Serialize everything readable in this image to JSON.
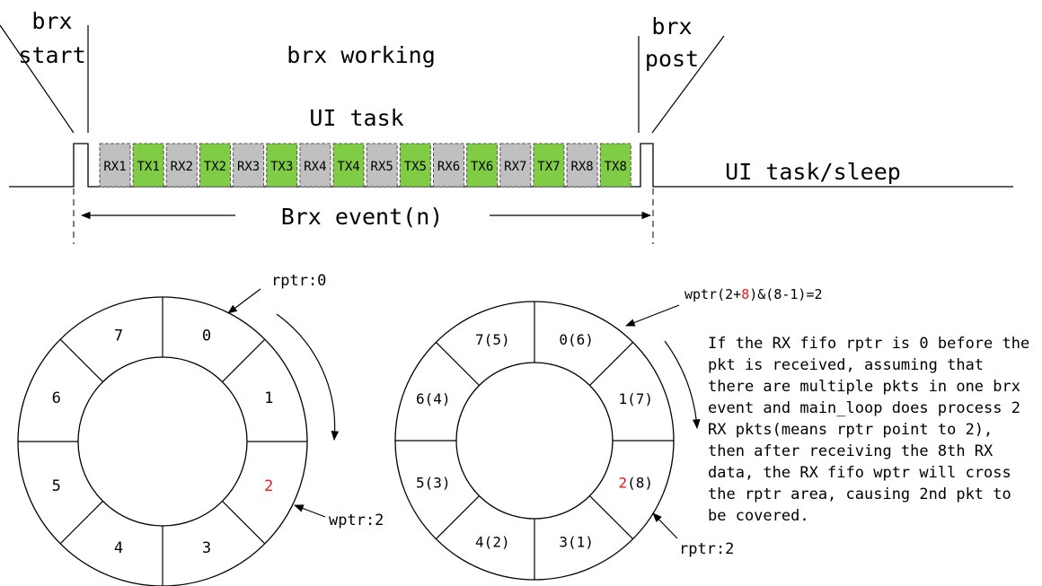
{
  "timeline": {
    "start_label": [
      "brx",
      "start"
    ],
    "working_label": "brx working",
    "post_label": [
      "brx",
      "post"
    ],
    "ui_task_label": "UI task",
    "after_label": "UI task/sleep",
    "event_label": "Brx event(n)",
    "slots": [
      {
        "label": "RX1",
        "kind": "rx"
      },
      {
        "label": "TX1",
        "kind": "tx"
      },
      {
        "label": "RX2",
        "kind": "rx"
      },
      {
        "label": "TX2",
        "kind": "tx"
      },
      {
        "label": "RX3",
        "kind": "rx"
      },
      {
        "label": "TX3",
        "kind": "tx"
      },
      {
        "label": "RX4",
        "kind": "rx"
      },
      {
        "label": "TX4",
        "kind": "tx"
      },
      {
        "label": "RX5",
        "kind": "rx"
      },
      {
        "label": "TX5",
        "kind": "tx"
      },
      {
        "label": "RX6",
        "kind": "rx"
      },
      {
        "label": "TX6",
        "kind": "tx"
      },
      {
        "label": "RX7",
        "kind": "rx"
      },
      {
        "label": "TX7",
        "kind": "tx"
      },
      {
        "label": "RX8",
        "kind": "rx"
      },
      {
        "label": "TX8",
        "kind": "tx"
      }
    ]
  },
  "ring_left": {
    "segments": [
      "0",
      "1",
      "2",
      "3",
      "4",
      "5",
      "6",
      "7"
    ],
    "highlight_index": 2,
    "rptr_label": "rptr:0",
    "wptr_label": "wptr:2"
  },
  "ring_right": {
    "segments": [
      "0(6)",
      "1(7)",
      "2(8)",
      "3(1)",
      "4(2)",
      "5(3)",
      "6(4)",
      "7(5)"
    ],
    "highlight_index": 2,
    "wptr_label": {
      "prefix": "wptr(2+",
      "highlight": "8",
      "suffix": ")&(8-1)=2"
    },
    "rptr_label": "rptr:2"
  },
  "note_lines": [
    "If the RX fifo rptr is 0 before the",
    "pkt is received, assuming that",
    "there are multiple pkts in one brx",
    "event and main_loop does process 2",
    "RX pkts(means rptr point to 2),",
    "then after receiving the 8th RX",
    "data, the RX fifo wptr will cross",
    "the rptr area, causing 2nd pkt to",
    "be covered."
  ],
  "colors": {
    "rx_fill": "#c0c0c0",
    "tx_fill": "#80cc44",
    "highlight": "#e8181c",
    "line": "#000000"
  }
}
